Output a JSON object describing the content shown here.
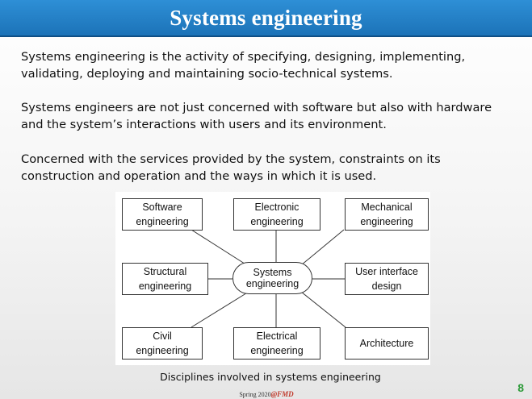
{
  "slide": {
    "title": "Systems engineering",
    "paragraphs": [
      "Systems engineering is the activity of specifying, designing, implementing, validating, deploying and maintaining socio-technical systems.",
      "Systems engineers are not just concerned with software but also with hardware and the system’s interactions with users and its environment.",
      "Concerned with the services provided by the system, constraints on its construction and operation and the ways in which it is used."
    ],
    "diagram": {
      "center": "Systems\nengineering",
      "nodes": {
        "software": "Software\nengineering",
        "electronic": "Electronic\nengineering",
        "mechanical": "Mechanical\nengineering",
        "structural": "Structural\nengineering",
        "user_interface": "User interface\ndesign",
        "civil": "Civil\nengineering",
        "electrical": "Electrical\nengineering",
        "architecture": "Architecture"
      },
      "caption": "Disciplines involved in systems engineering"
    },
    "footer": {
      "term": "Spring  2020",
      "logo": "@FMD"
    },
    "page_number": "8",
    "colors": {
      "title_bar": "#1c73b8",
      "page_number": "#2e9b3a",
      "logo": "#c0392b"
    }
  }
}
